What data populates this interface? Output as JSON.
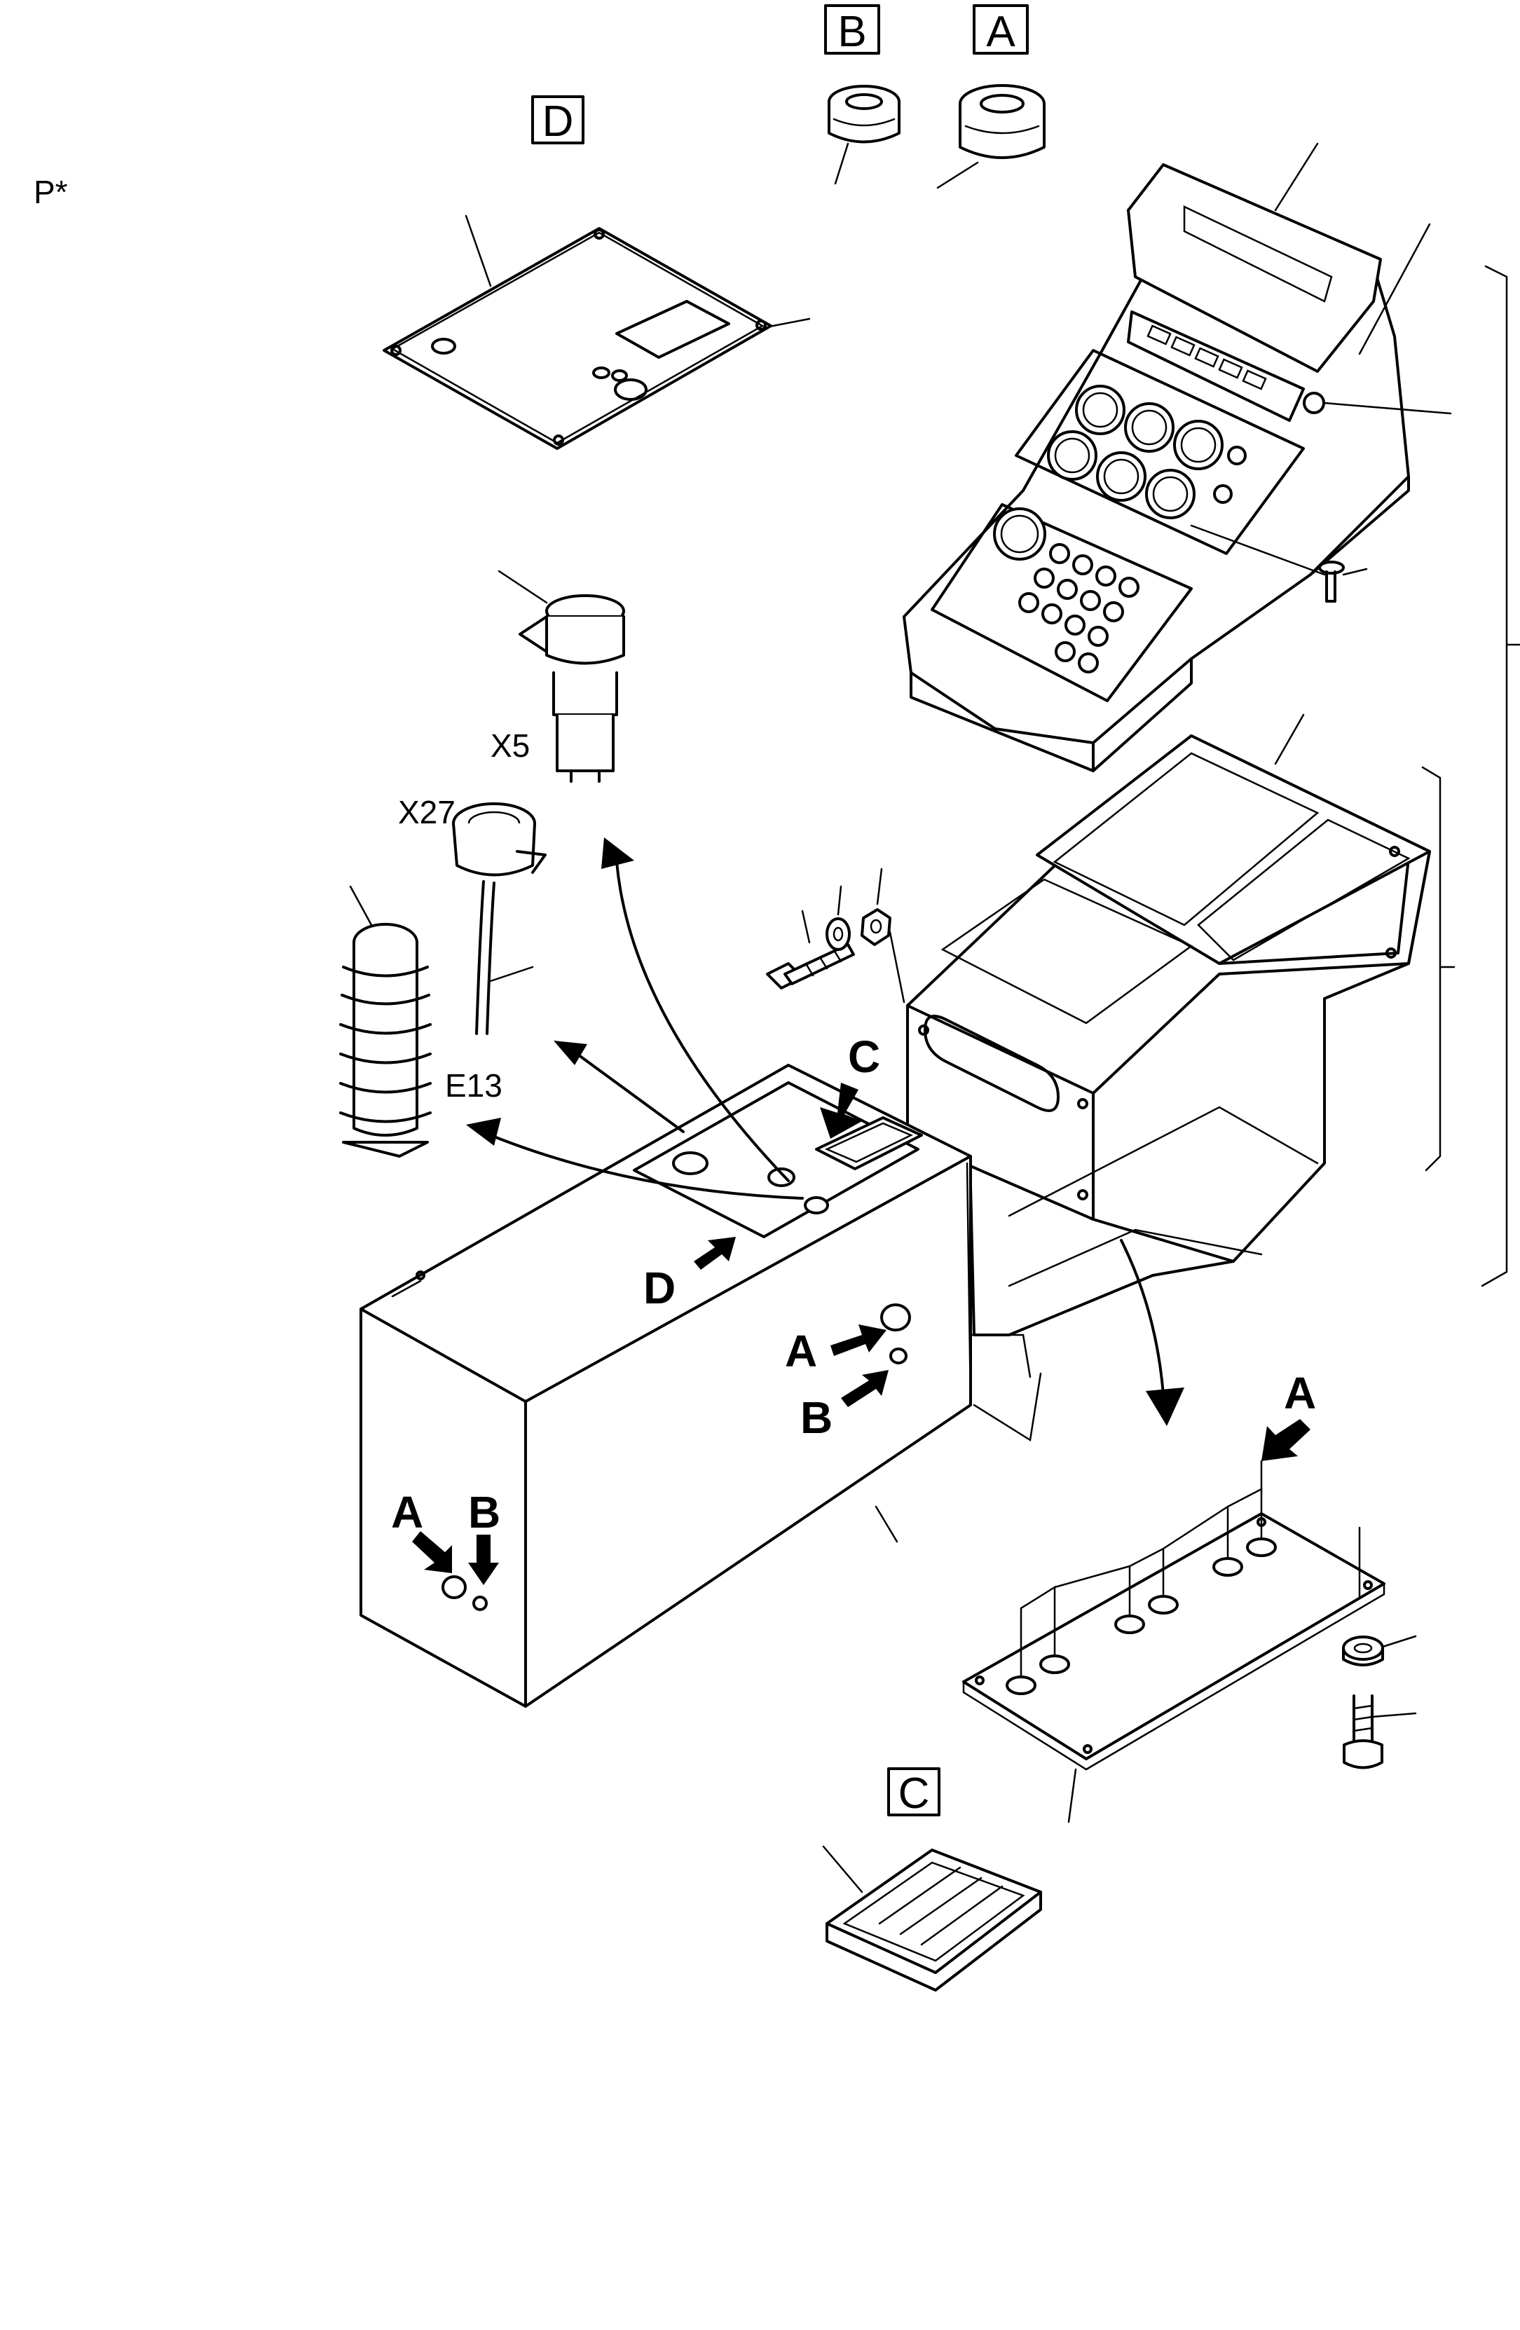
{
  "labels": {
    "page_code": "P*",
    "box_b": "B",
    "box_a": "A",
    "box_d": "D",
    "box_c": "C",
    "x5": "X5",
    "x27": "X27",
    "e13": "E13",
    "c_top": "C",
    "d_mid": "D",
    "a_side": "A",
    "b_side": "B",
    "a_front": "A",
    "b_front": "B",
    "a_plate": "A"
  }
}
